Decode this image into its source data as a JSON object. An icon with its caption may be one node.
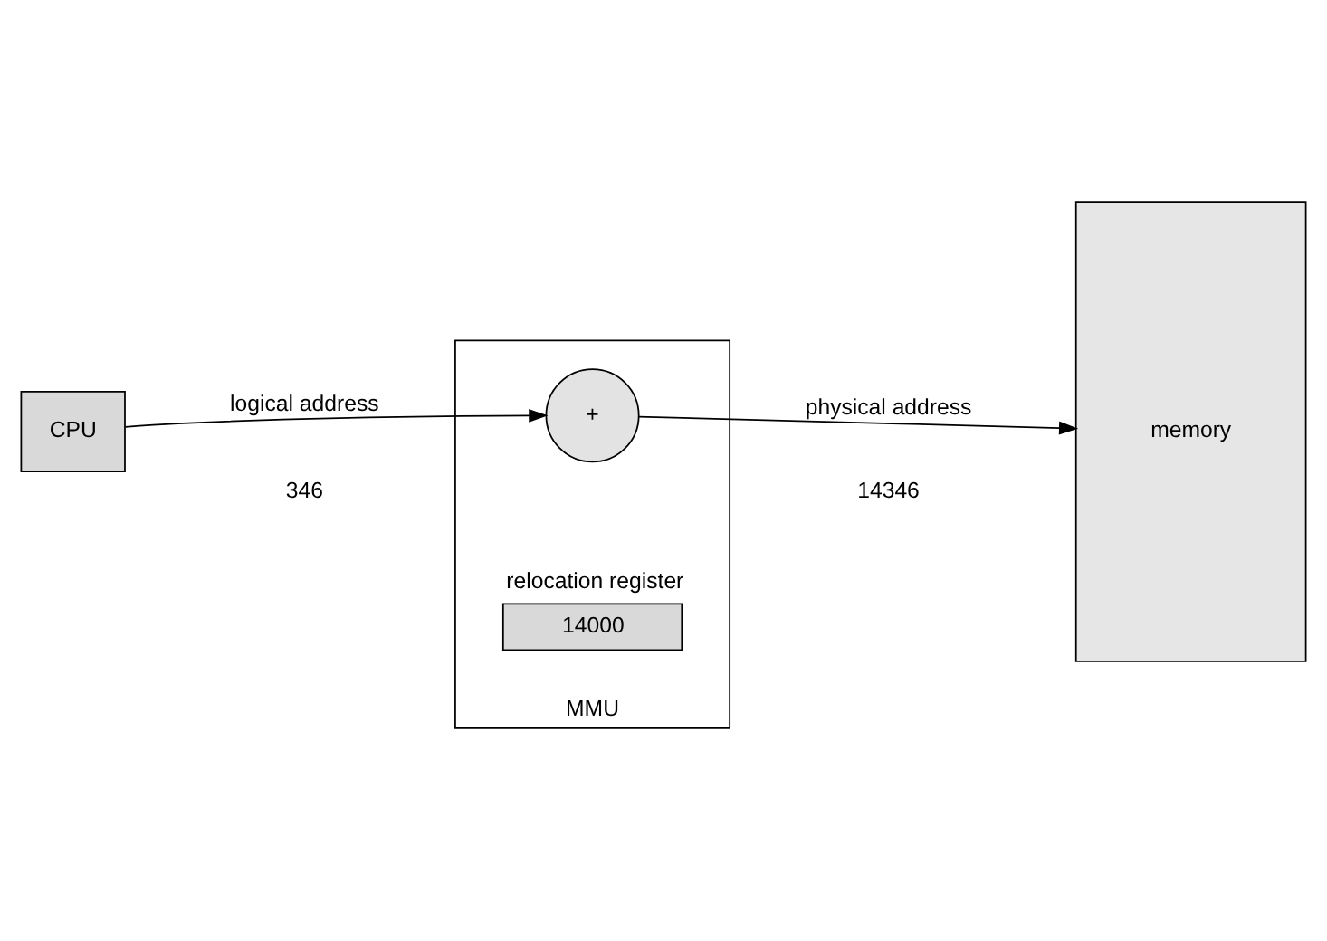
{
  "diagram": {
    "nodes": [
      {
        "text": [
          "CPU"
        ]
      },
      {
        "text": [
          "MMU"
        ]
      },
      {
        "text": [
          "14000"
        ],
        "in": 1,
        "beside": [
          "relocation register"
        ]
      },
      {
        "text": [
          "+"
        ],
        "in": 1
      },
      {
        "text": [
          "memory"
        ]
      }
    ],
    "edges": [
      {
        "from": 0,
        "to": 3,
        "arrow": "to",
        "label": "logical address"
      },
      {
        "from": 3,
        "to": 4,
        "arrow": "to",
        "label": "physical address"
      }
    ],
    "labels": [
      "346",
      "14346"
    ]
  }
}
